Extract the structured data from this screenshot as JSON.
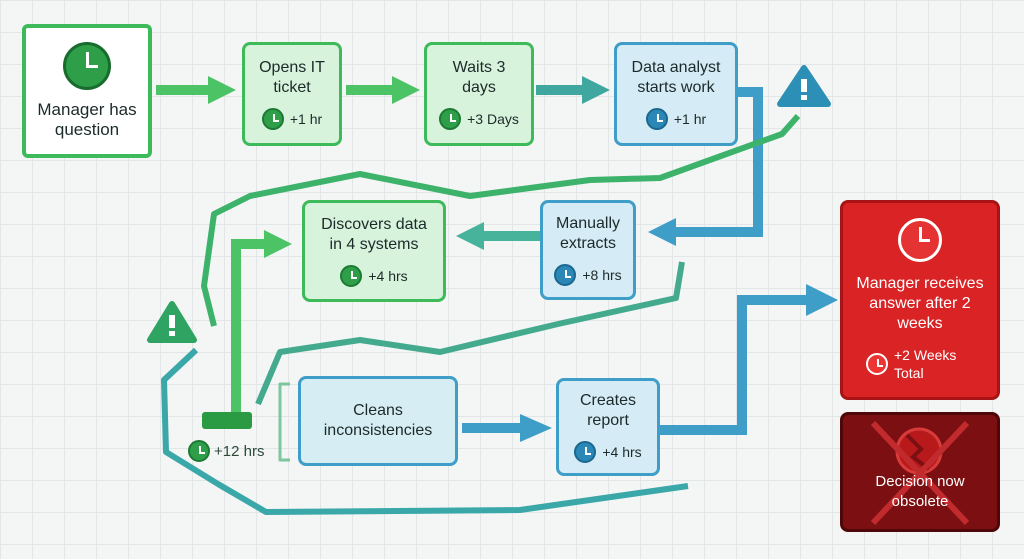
{
  "nodes": {
    "manager_question": {
      "label": "Manager has question"
    },
    "opens_ticket": {
      "label": "Opens IT ticket",
      "time": "+1 hr"
    },
    "waits": {
      "label": "Waits 3 days",
      "time": "+3 Days"
    },
    "analyst_starts": {
      "label": "Data analyst starts work",
      "time": "+1 hr"
    },
    "manually_extracts": {
      "label": "Manually extracts",
      "time": "+8 hrs"
    },
    "discovers_data": {
      "label": "Discovers data in 4 systems",
      "time": "+4 hrs"
    },
    "cleans": {
      "label": "Cleans inconsistencies",
      "time": "+12 hrs"
    },
    "creates_report": {
      "label": "Creates report",
      "time": "+4 hrs"
    },
    "receives_answer": {
      "label": "Manager receives answer after 2 weeks",
      "time": "+2 Weeks Total"
    },
    "obsolete": {
      "label": "Decision now obsolete"
    }
  },
  "colors": {
    "green": "#3dbb5a",
    "blue": "#3e9ec8",
    "red": "#d92325",
    "dark_red": "#7b0f12"
  },
  "icons": [
    "clock-icon",
    "warning-icon",
    "broken-clock-icon",
    "sparkle-icon"
  ]
}
